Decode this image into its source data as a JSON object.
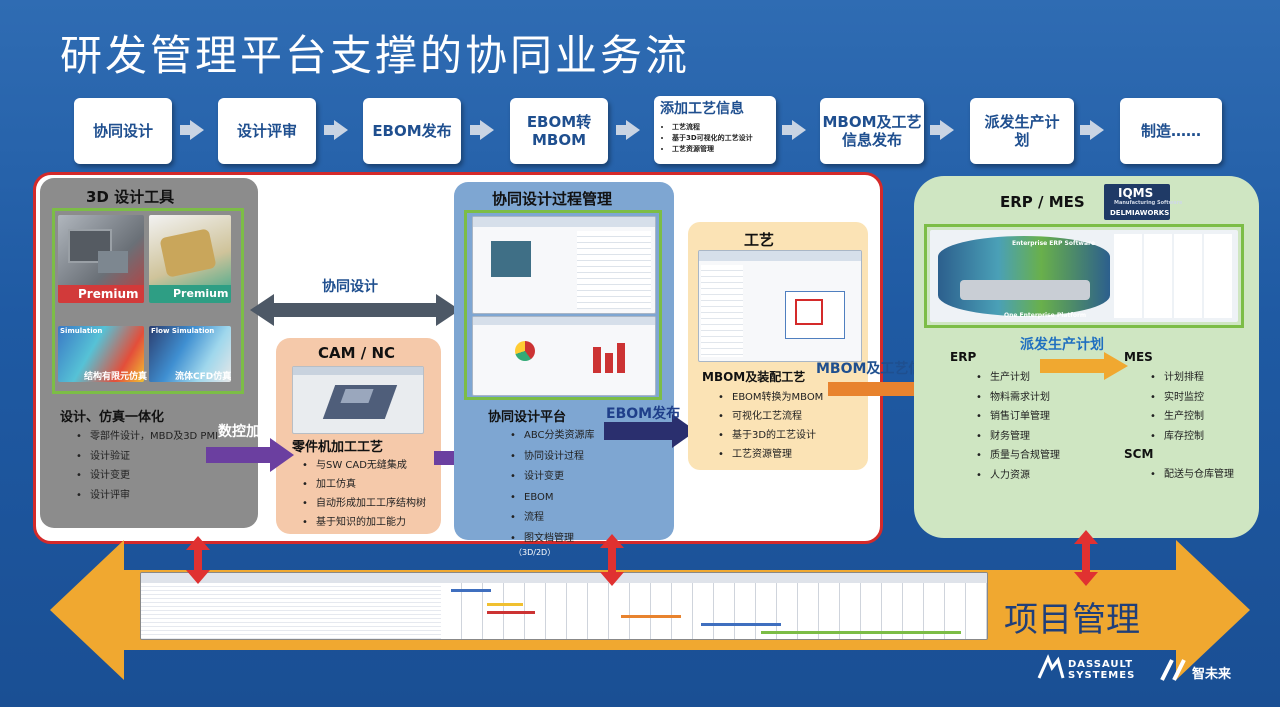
{
  "title": "研发管理平台支撑的协同业务流",
  "steps": [
    {
      "label": "协同设计"
    },
    {
      "label": "设计评审"
    },
    {
      "label": "EBOM发布"
    },
    {
      "label": "EBOM转\nMBOM"
    },
    {
      "label": "添加工艺信息",
      "bullets": [
        "工艺流程",
        "基于3D可视化的工艺设计",
        "工艺资源管理"
      ]
    },
    {
      "label": "MBOM及工艺\n信息发布"
    },
    {
      "label": "派发生产计\n划"
    },
    {
      "label": "制造……"
    }
  ],
  "design_tools": {
    "title": "3D 设计工具",
    "badge1": "Premium",
    "badge2": "Premium",
    "sim1_tag": "Simulation",
    "sim1_caption": "结构有限元仿真",
    "sim2_tag": "Flow Simulation",
    "sim2_caption": "流体CFD仿真",
    "subtitle": "设计、仿真一体化",
    "items": [
      "零部件设计，MBD及3D PMI",
      "设计验证",
      "设计变更",
      "设计评审"
    ]
  },
  "collab_label": "协同设计",
  "cnc_label": "数控加工",
  "ebom_label": "EBOM发布",
  "mbom_label": "MBOM及工艺信息发布",
  "dispatch_label": "派发生产计划",
  "cam": {
    "title": "CAM / NC",
    "subtitle": "零件机加工工艺",
    "items": [
      "与SW CAD无缝集成",
      "加工仿真",
      "自动形成加工工序结构树",
      "基于知识的加工能力"
    ]
  },
  "collab_mgmt": {
    "title": "协同设计过程管理",
    "subtitle": "协同设计平台",
    "items": [
      "ABC分类资源库",
      "协同设计过程",
      "设计变更",
      "EBOM",
      "流程",
      "图文档管理"
    ],
    "note": "（3D/2D）"
  },
  "process": {
    "title": "工艺",
    "subtitle": "MBOM及装配工艺",
    "items": [
      "EBOM转换为MBOM",
      "可视化工艺流程",
      "基于3D的工艺设计",
      "工艺资源管理"
    ]
  },
  "erp": {
    "title": "ERP / MES",
    "iqms": "IQMS",
    "iqms_sub": "Manufacturing Software",
    "delmia": "DELMIAWORKS",
    "platform_top": "Enterprise ERP Software",
    "platform_bottom": "One Enterprise Platform",
    "erp_head": "ERP",
    "erp_items": [
      "生产计划",
      "物料需求计划",
      "销售订单管理",
      "财务管理",
      "质量与合规管理",
      "人力资源"
    ],
    "mes_head": "MES",
    "mes_items": [
      "计划排程",
      "实时监控",
      "生产控制",
      "库存控制"
    ],
    "scm_head": "SCM",
    "scm_items": [
      "配送与仓库管理"
    ]
  },
  "pm": {
    "label": "项目管理"
  },
  "logos": {
    "dassault1": "DASSAULT",
    "dassault2": "SYSTEMES",
    "partner": "智未来"
  },
  "colors": {
    "background": "#1f5aa3",
    "main_border": "#d42a2a",
    "tools_panel": "#8c8c8c",
    "cam_panel": "#f5c9aa",
    "collab_panel": "#7ea6d2",
    "process_panel": "#fbe3b5",
    "erp_panel": "#cfe6c2",
    "green_frame": "#7cbd46",
    "pm_arrow": "#f0a830",
    "purple_arrow": "#6b3fa0",
    "navy_arrow": "#2a2f6e",
    "orange_arrow": "#e8832e"
  }
}
